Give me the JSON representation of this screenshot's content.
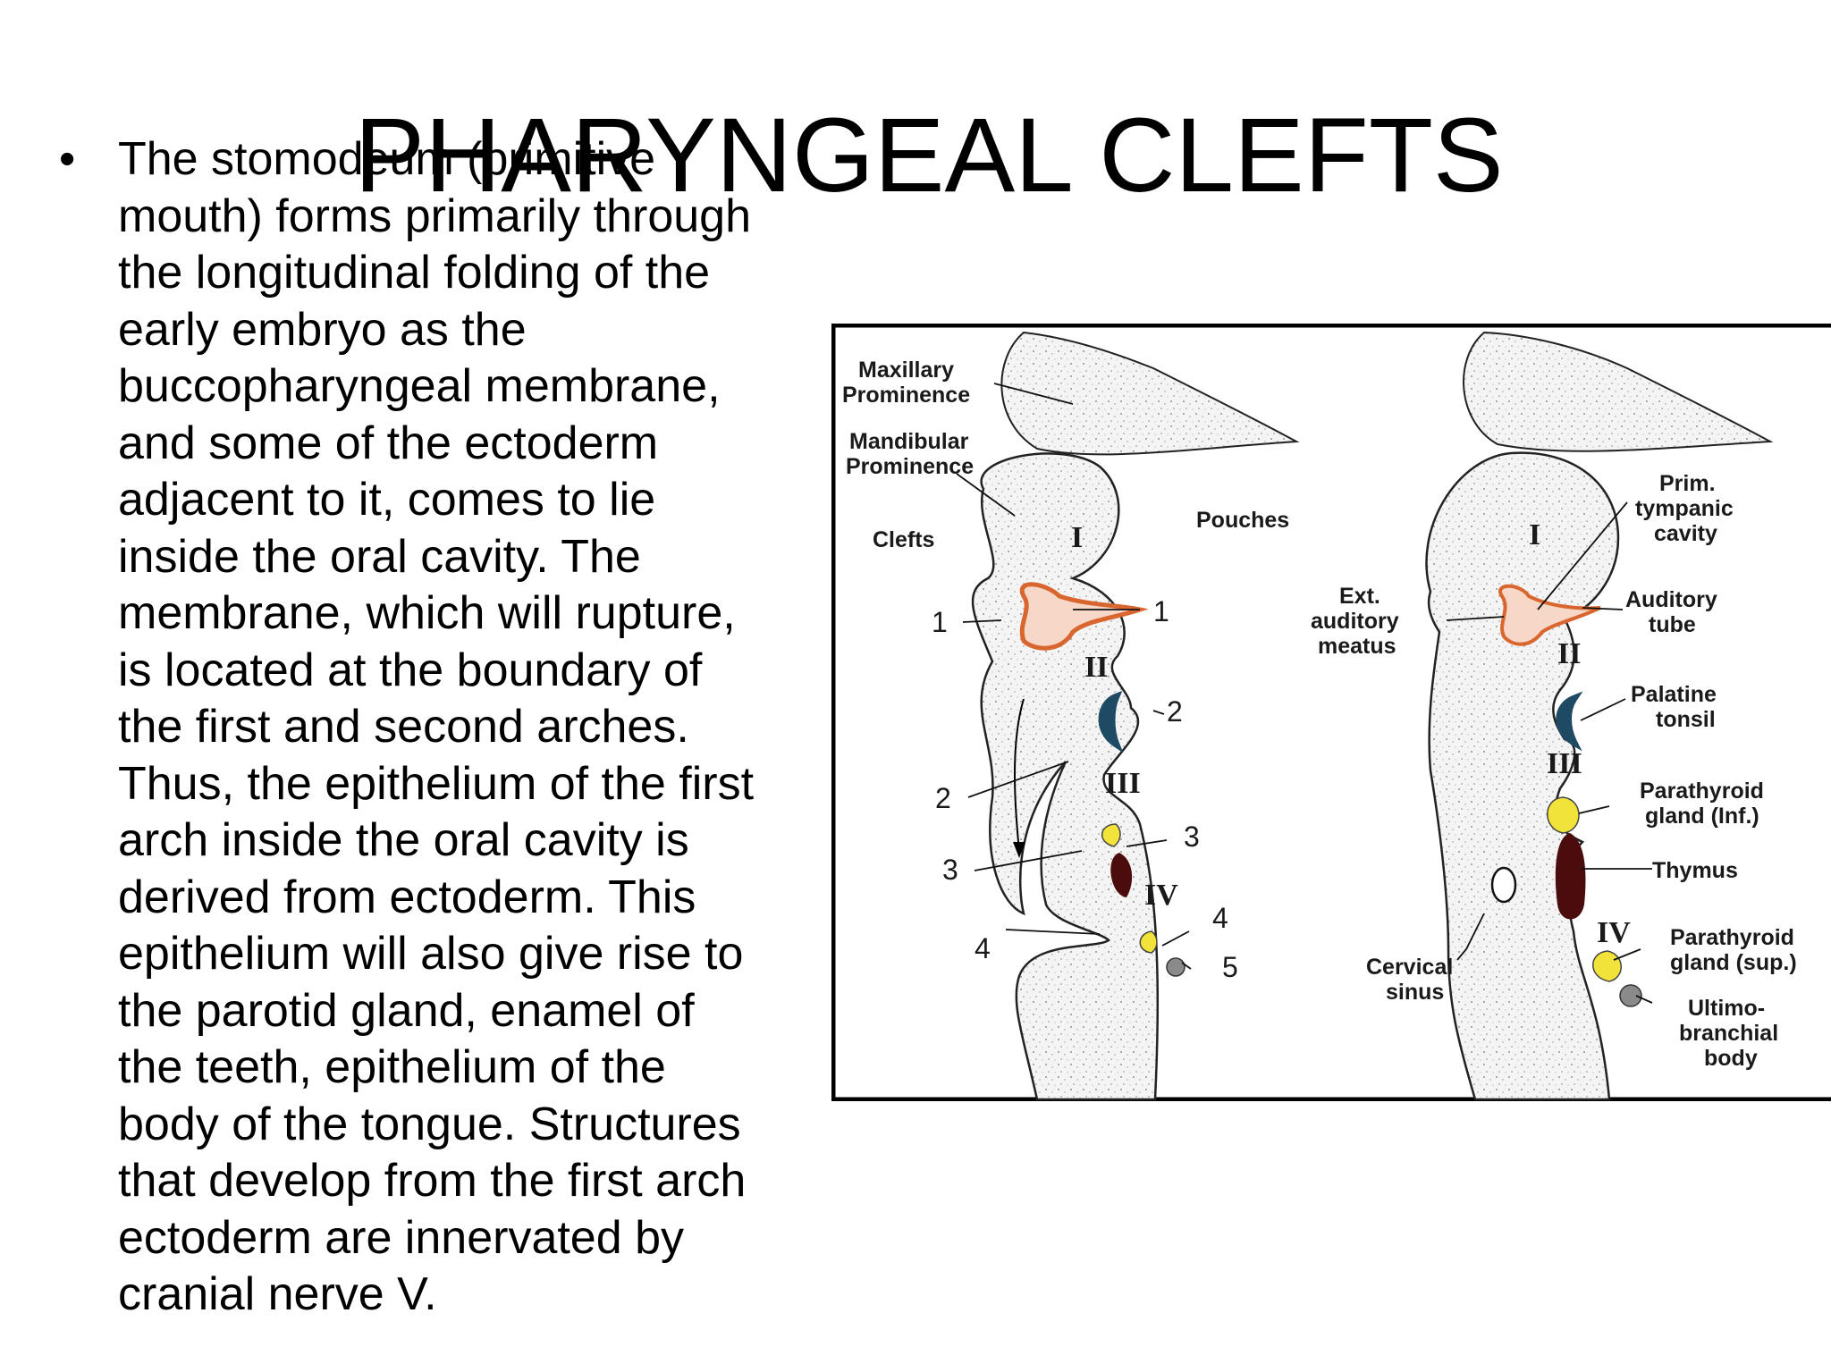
{
  "slide": {
    "title": "PHARYNGEAL CLEFTS",
    "bullet_lines": [
      "The stomodeum (primitive",
      "mouth) forms primarily through",
      "the longitudinal folding of the",
      "early embryo as the",
      "buccopharyngeal membrane,",
      "and some of the ectoderm",
      "adjacent to it, comes to lie",
      "inside the oral cavity. The",
      "membrane, which will rupture,",
      "is located at the boundary of",
      "the first and second arches.",
      "Thus, the epithelium of the first",
      "arch inside the oral cavity is",
      "derived from ectoderm. This",
      "epithelium will also give rise to",
      "the parotid gland, enamel of",
      "the teeth, epithelium of the",
      "body of the tongue. Structures",
      "that develop from the first arch",
      "ectoderm are innervated by",
      "cranial nerve V."
    ]
  },
  "figure": {
    "colors": {
      "tissue": "#f3f3f3",
      "orange_membrane": "#d9662e",
      "tonsil_blue": "#1e4a63",
      "parathyroid_yellow": "#f2e33a",
      "thymus_dark": "#4a0c0c",
      "ultimobranchial_gray": "#8a8a8a"
    },
    "left_panel": {
      "maxillary_line1": "Maxillary",
      "maxillary_line2": "Prominence",
      "mandibular_line1": "Mandibular",
      "mandibular_line2": "Prominence",
      "clefts": "Clefts",
      "pouches": "Pouches",
      "arch_I": "I",
      "arch_II": "II",
      "arch_III": "III",
      "arch_IV": "IV",
      "cleft_1": "1",
      "cleft_2": "2",
      "cleft_3": "3",
      "cleft_4": "4",
      "pouch_1": "1",
      "pouch_2": "2",
      "pouch_3": "3",
      "pouch_4": "4",
      "pouch_5": "5"
    },
    "right_panel": {
      "arch_I": "I",
      "arch_II": "II",
      "arch_III": "III",
      "arch_IV": "IV",
      "ext_line1": "Ext.",
      "ext_line2": "auditory",
      "ext_line3": "meatus",
      "prim_line1": "Prim.",
      "prim_line2": "tympanic",
      "prim_line3": "cavity",
      "auditory_line1": "Auditory",
      "auditory_line2": "tube",
      "palatine_line1": "Palatine",
      "palatine_line2": "tonsil",
      "parathyroid_inf_line1": "Parathyroid",
      "parathyroid_inf_line2": "gland (Inf.)",
      "thymus": "Thymus",
      "parathyroid_sup_line1": "Parathyroid",
      "parathyroid_sup_line2": "gland (sup.)",
      "cervical_line1": "Cervical",
      "cervical_line2": "sinus",
      "ultimo_line1": "Ultimo-",
      "ultimo_line2": "branchial",
      "ultimo_line3": "body"
    }
  }
}
